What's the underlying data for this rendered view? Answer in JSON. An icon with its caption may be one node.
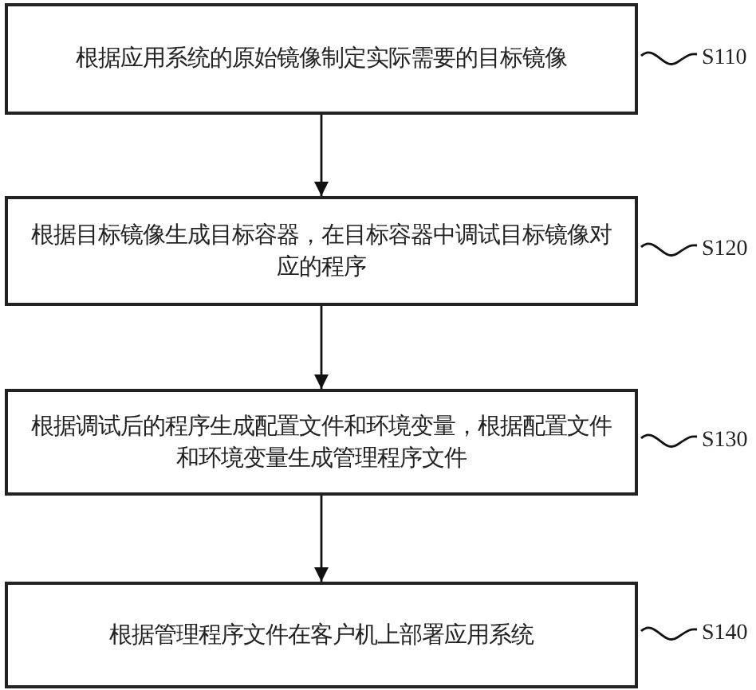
{
  "diagram": {
    "nodes": [
      {
        "text": [
          "根据应用系统的原始镜像制定实际需要的目标镜像"
        ]
      },
      {
        "text": [
          "根据目标镜像生成目标容器，在目标容器中调试目标镜像对应的程序"
        ]
      },
      {
        "text": [
          "根据调试后的程序生成配置文件和环境变量，根据配置文件和环境变量生成管理程序文件"
        ]
      },
      {
        "text": [
          "根据管理程序文件在客户机上部署应用系统"
        ]
      },
      {
        "text": [
          "S110"
        ]
      },
      {
        "text": [
          "S120"
        ]
      },
      {
        "text": [
          "S130"
        ]
      },
      {
        "text": [
          "S140"
        ]
      }
    ],
    "edges": [
      {
        "from": 0,
        "to": 1,
        "arrow": "to"
      },
      {
        "from": 1,
        "to": 2,
        "arrow": "to"
      },
      {
        "from": 2,
        "to": 3,
        "arrow": "to"
      },
      {
        "from": 4,
        "to": 0,
        "arrow": "none"
      },
      {
        "from": 5,
        "to": 1,
        "arrow": "none"
      },
      {
        "from": 6,
        "to": 2,
        "arrow": "none"
      },
      {
        "from": 7,
        "to": 3,
        "arrow": "none"
      }
    ]
  }
}
